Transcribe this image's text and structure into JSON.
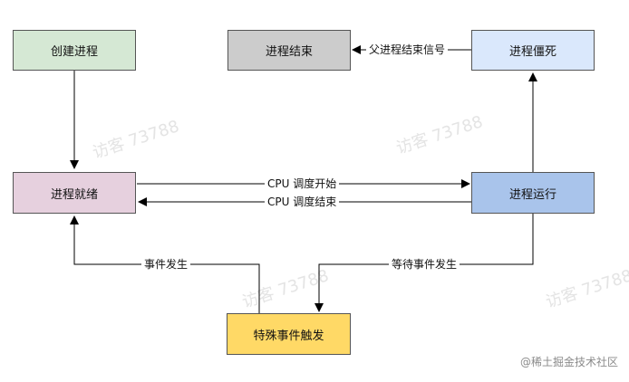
{
  "nodes": {
    "create": {
      "label": "创建进程",
      "fill": "#d5e8d4"
    },
    "ended": {
      "label": "进程结束",
      "fill": "#cccccc"
    },
    "zombie": {
      "label": "进程僵死",
      "fill": "#dae8fc"
    },
    "ready": {
      "label": "进程就绪",
      "fill": "#e6d0de"
    },
    "running": {
      "label": "进程运行",
      "fill": "#a9c4eb"
    },
    "event": {
      "label": "特殊事件触发",
      "fill": "#ffd966"
    }
  },
  "edges": {
    "parent_signal": "父进程结束信号",
    "cpu_start": "CPU 调度开始",
    "cpu_end": "CPU 调度结束",
    "event_happen": "事件发生",
    "wait_event": "等待事件发生"
  },
  "watermark": {
    "repeat_text": "访客 73788",
    "credit": "@稀土掘金技术社区"
  }
}
